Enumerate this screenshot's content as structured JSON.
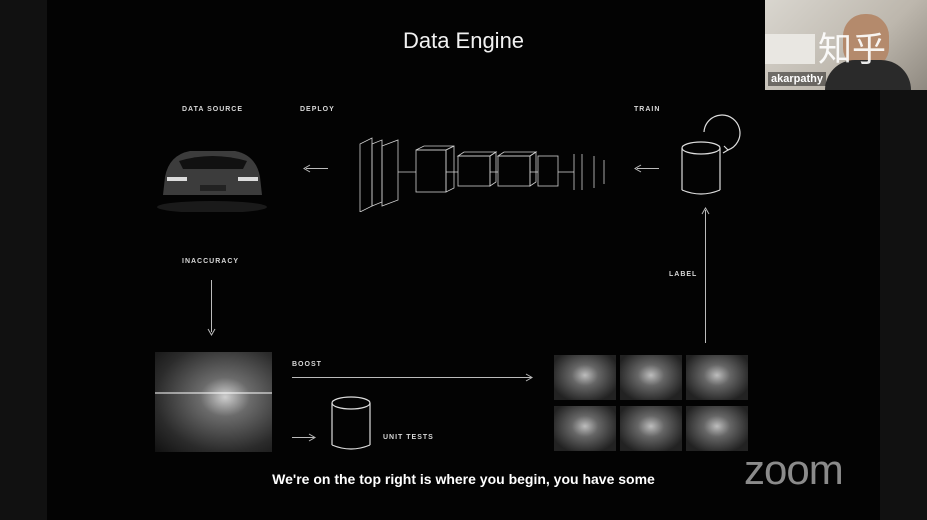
{
  "slide": {
    "title": "Data Engine",
    "labels": {
      "data_source": "DATA SOURCE",
      "deploy": "DEPLOY",
      "train": "TRAIN",
      "inaccuracy": "INACCURACY",
      "label": "LABEL",
      "boost": "BOOST",
      "unit_tests": "UNIT TESTS"
    }
  },
  "caption": "We're on the top right is where you begin, you have some",
  "participant": {
    "name": "akarpathy"
  },
  "watermark": "知乎",
  "app_logo": "zoom",
  "colors": {
    "background": "#030303",
    "foreground": "#f2f2f2",
    "logo": "#9a9a9a"
  }
}
